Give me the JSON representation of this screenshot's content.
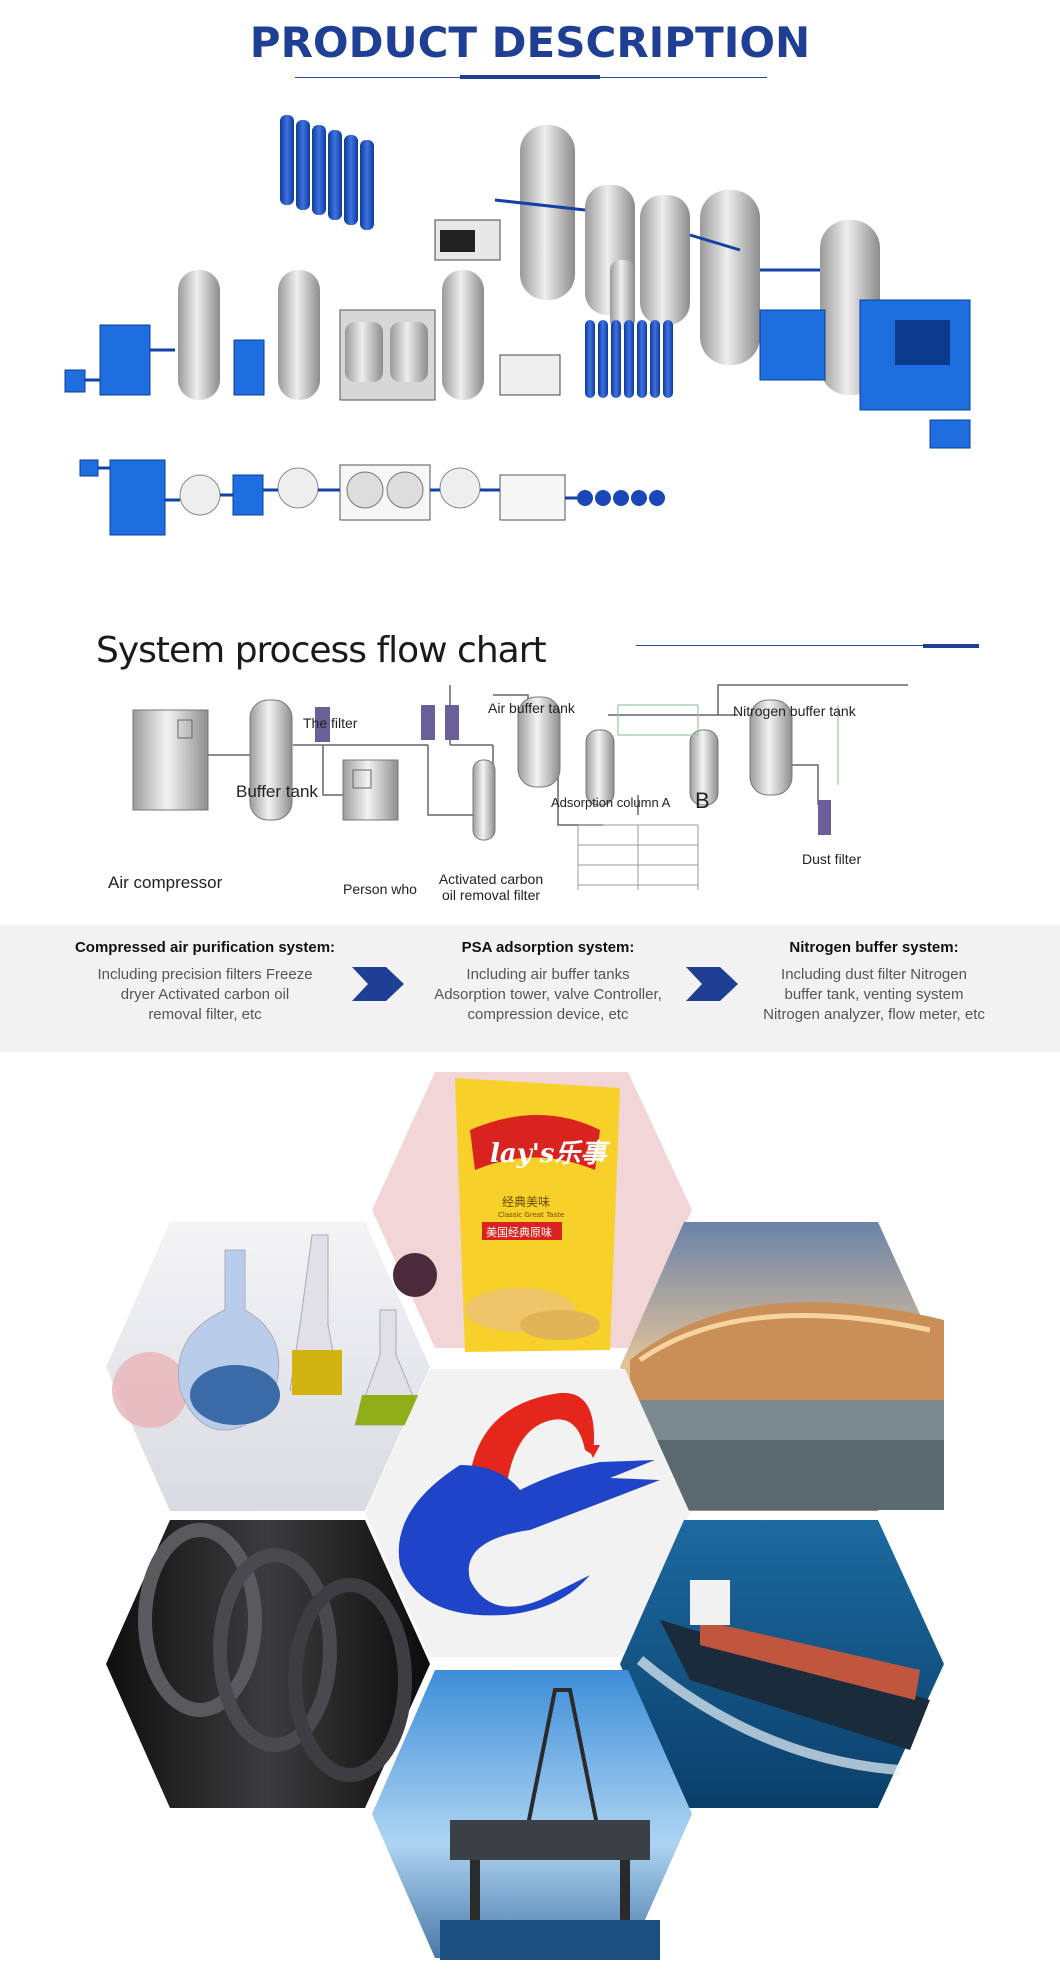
{
  "header": {
    "title": "PRODUCT DESCRIPTION"
  },
  "flow_chart": {
    "title": "System process flow chart",
    "labels": {
      "the_filter": "The filter",
      "buffer_tank": "Buffer tank",
      "air_compressor": "Air compressor",
      "person_who": "Person who",
      "activated_carbon": "Activated carbon",
      "oil_removal_filter": "oil removal filter",
      "air_buffer_tank": "Air buffer tank",
      "adsorption_column_a": "Adsorption column A",
      "column_b": "B",
      "nitrogen_buffer_tank": "Nitrogen buffer tank",
      "dust_filter": "Dust filter"
    }
  },
  "systems": [
    {
      "title": "Compressed air purification system:",
      "lines": [
        "Including precision filters Freeze",
        "dryer Activated carbon oil",
        "removal filter, etc"
      ]
    },
    {
      "title": "PSA adsorption system:",
      "lines": [
        "Including air buffer tanks",
        "Adsorption tower, valve Controller,",
        "compression device, etc"
      ]
    },
    {
      "title": "Nitrogen buffer system:",
      "lines": [
        "Including dust filter Nitrogen",
        "buffer tank, venting system",
        "Nitrogen analyzer, flow meter, etc"
      ]
    }
  ],
  "applications": {
    "chips_bag": {
      "brand": "lay's乐事",
      "line1": "经典美味",
      "line2": "Classic Great Taste",
      "line3": "美国经典原味"
    },
    "hexagons": [
      "food-packaging",
      "chemical-laboratory",
      "architecture",
      "company-logo",
      "tires",
      "cargo-ship",
      "offshore-oil-rig"
    ]
  },
  "colors": {
    "brand_blue": "#1f3f95",
    "equipment_blue": "#1565c0",
    "logo_red": "#e4261b",
    "logo_blue": "#1f44c8",
    "strip_bg": "#f2f2f2"
  }
}
